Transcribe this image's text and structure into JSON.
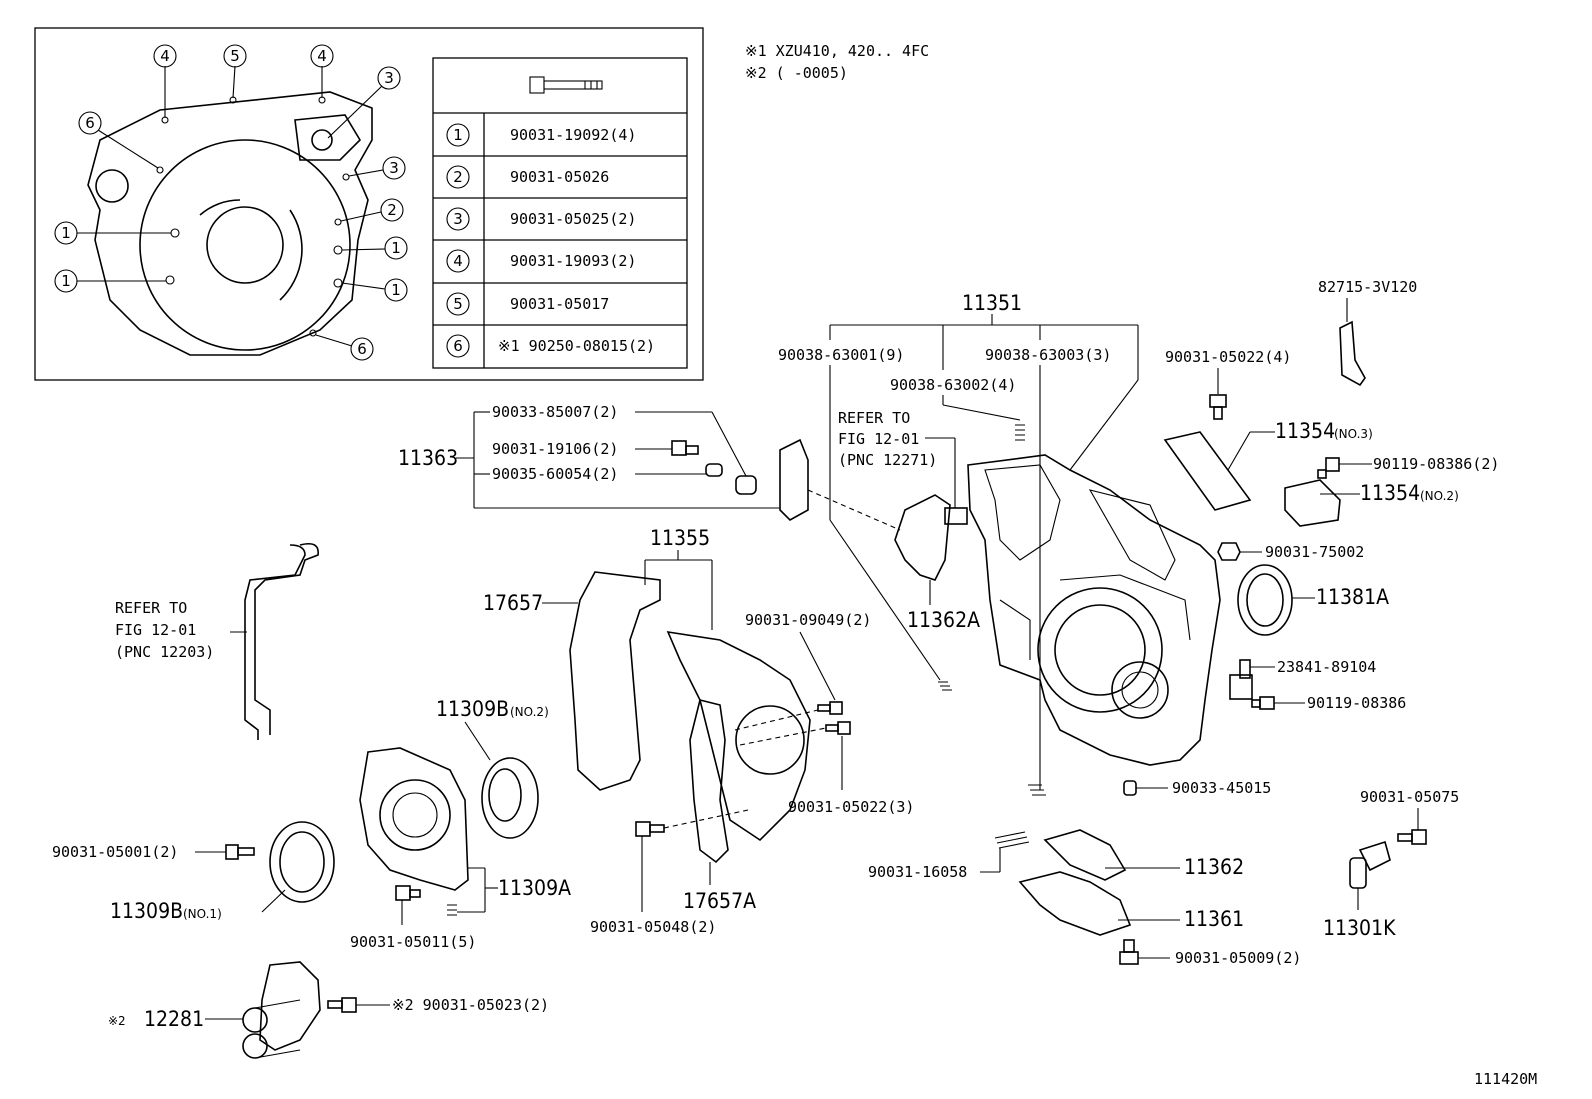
{
  "notes": {
    "note1": "※1  XZU410, 420.. 4FC",
    "note2": "※2  (        -0005)"
  },
  "inset_table": {
    "rows": [
      {
        "num": "1",
        "part": "90031-19092(4)"
      },
      {
        "num": "2",
        "part": "90031-05026"
      },
      {
        "num": "3",
        "part": "90031-05025(2)"
      },
      {
        "num": "4",
        "part": "90031-19093(2)"
      },
      {
        "num": "5",
        "part": "90031-05017"
      },
      {
        "num": "6",
        "part": "※1 90250-08015(2)"
      }
    ]
  },
  "labels": {
    "p11351": "11351",
    "p90038_63001": "90038-63001(9)",
    "p90038_63003": "90038-63003(3)",
    "p90038_63002": "90038-63002(4)",
    "refer1_a": "REFER TO",
    "refer1_b": "FIG 12-01",
    "refer1_c": "(PNC 12271)",
    "p11363": "11363",
    "p90033_85007": "90033-85007(2)",
    "p90031_19106": "90031-19106(2)",
    "p90035_60054": "90035-60054(2)",
    "p11362A": "11362A",
    "p11355": "11355",
    "p17657": "17657",
    "refer2_a": "REFER TO",
    "refer2_b": "FIG 12-01",
    "refer2_c": "(PNC 12203)",
    "p90031_09049": "90031-09049(2)",
    "p11309B_no2": "11309B",
    "p11309B_no2_sub": "(NO.2)",
    "p90031_05022_3": "90031-05022(3)",
    "p90031_05001": "90031-05001(2)",
    "p11309B_no1": "11309B",
    "p11309B_no1_sub": "(NO.1)",
    "p11309A": "11309A",
    "p90031_05011": "90031-05011(5)",
    "p17657A": "17657A",
    "p90031_05048": "90031-05048(2)",
    "p12281_mark": "※2",
    "p12281": "12281",
    "p90031_05023": "※2 90031-05023(2)",
    "p82715": "82715-3V120",
    "p90031_05022_4": "90031-05022(4)",
    "p11354_no3": "11354",
    "p11354_no3_sub": "(NO.3)",
    "p90119_08386_2": "90119-08386(2)",
    "p11354_no2": "11354",
    "p11354_no2_sub": "(NO.2)",
    "p90031_75002": "90031-75002",
    "p11381A": "11381A",
    "p23841": "23841-89104",
    "p90119_08386": "90119-08386",
    "p90033_45015": "90033-45015",
    "p90031_05075": "90031-05075",
    "p90031_16058": "90031-16058",
    "p11362": "11362",
    "p11361": "11361",
    "p11301K": "11301K",
    "p90031_05009": "90031-05009(2)",
    "figure_id": "111420M"
  }
}
